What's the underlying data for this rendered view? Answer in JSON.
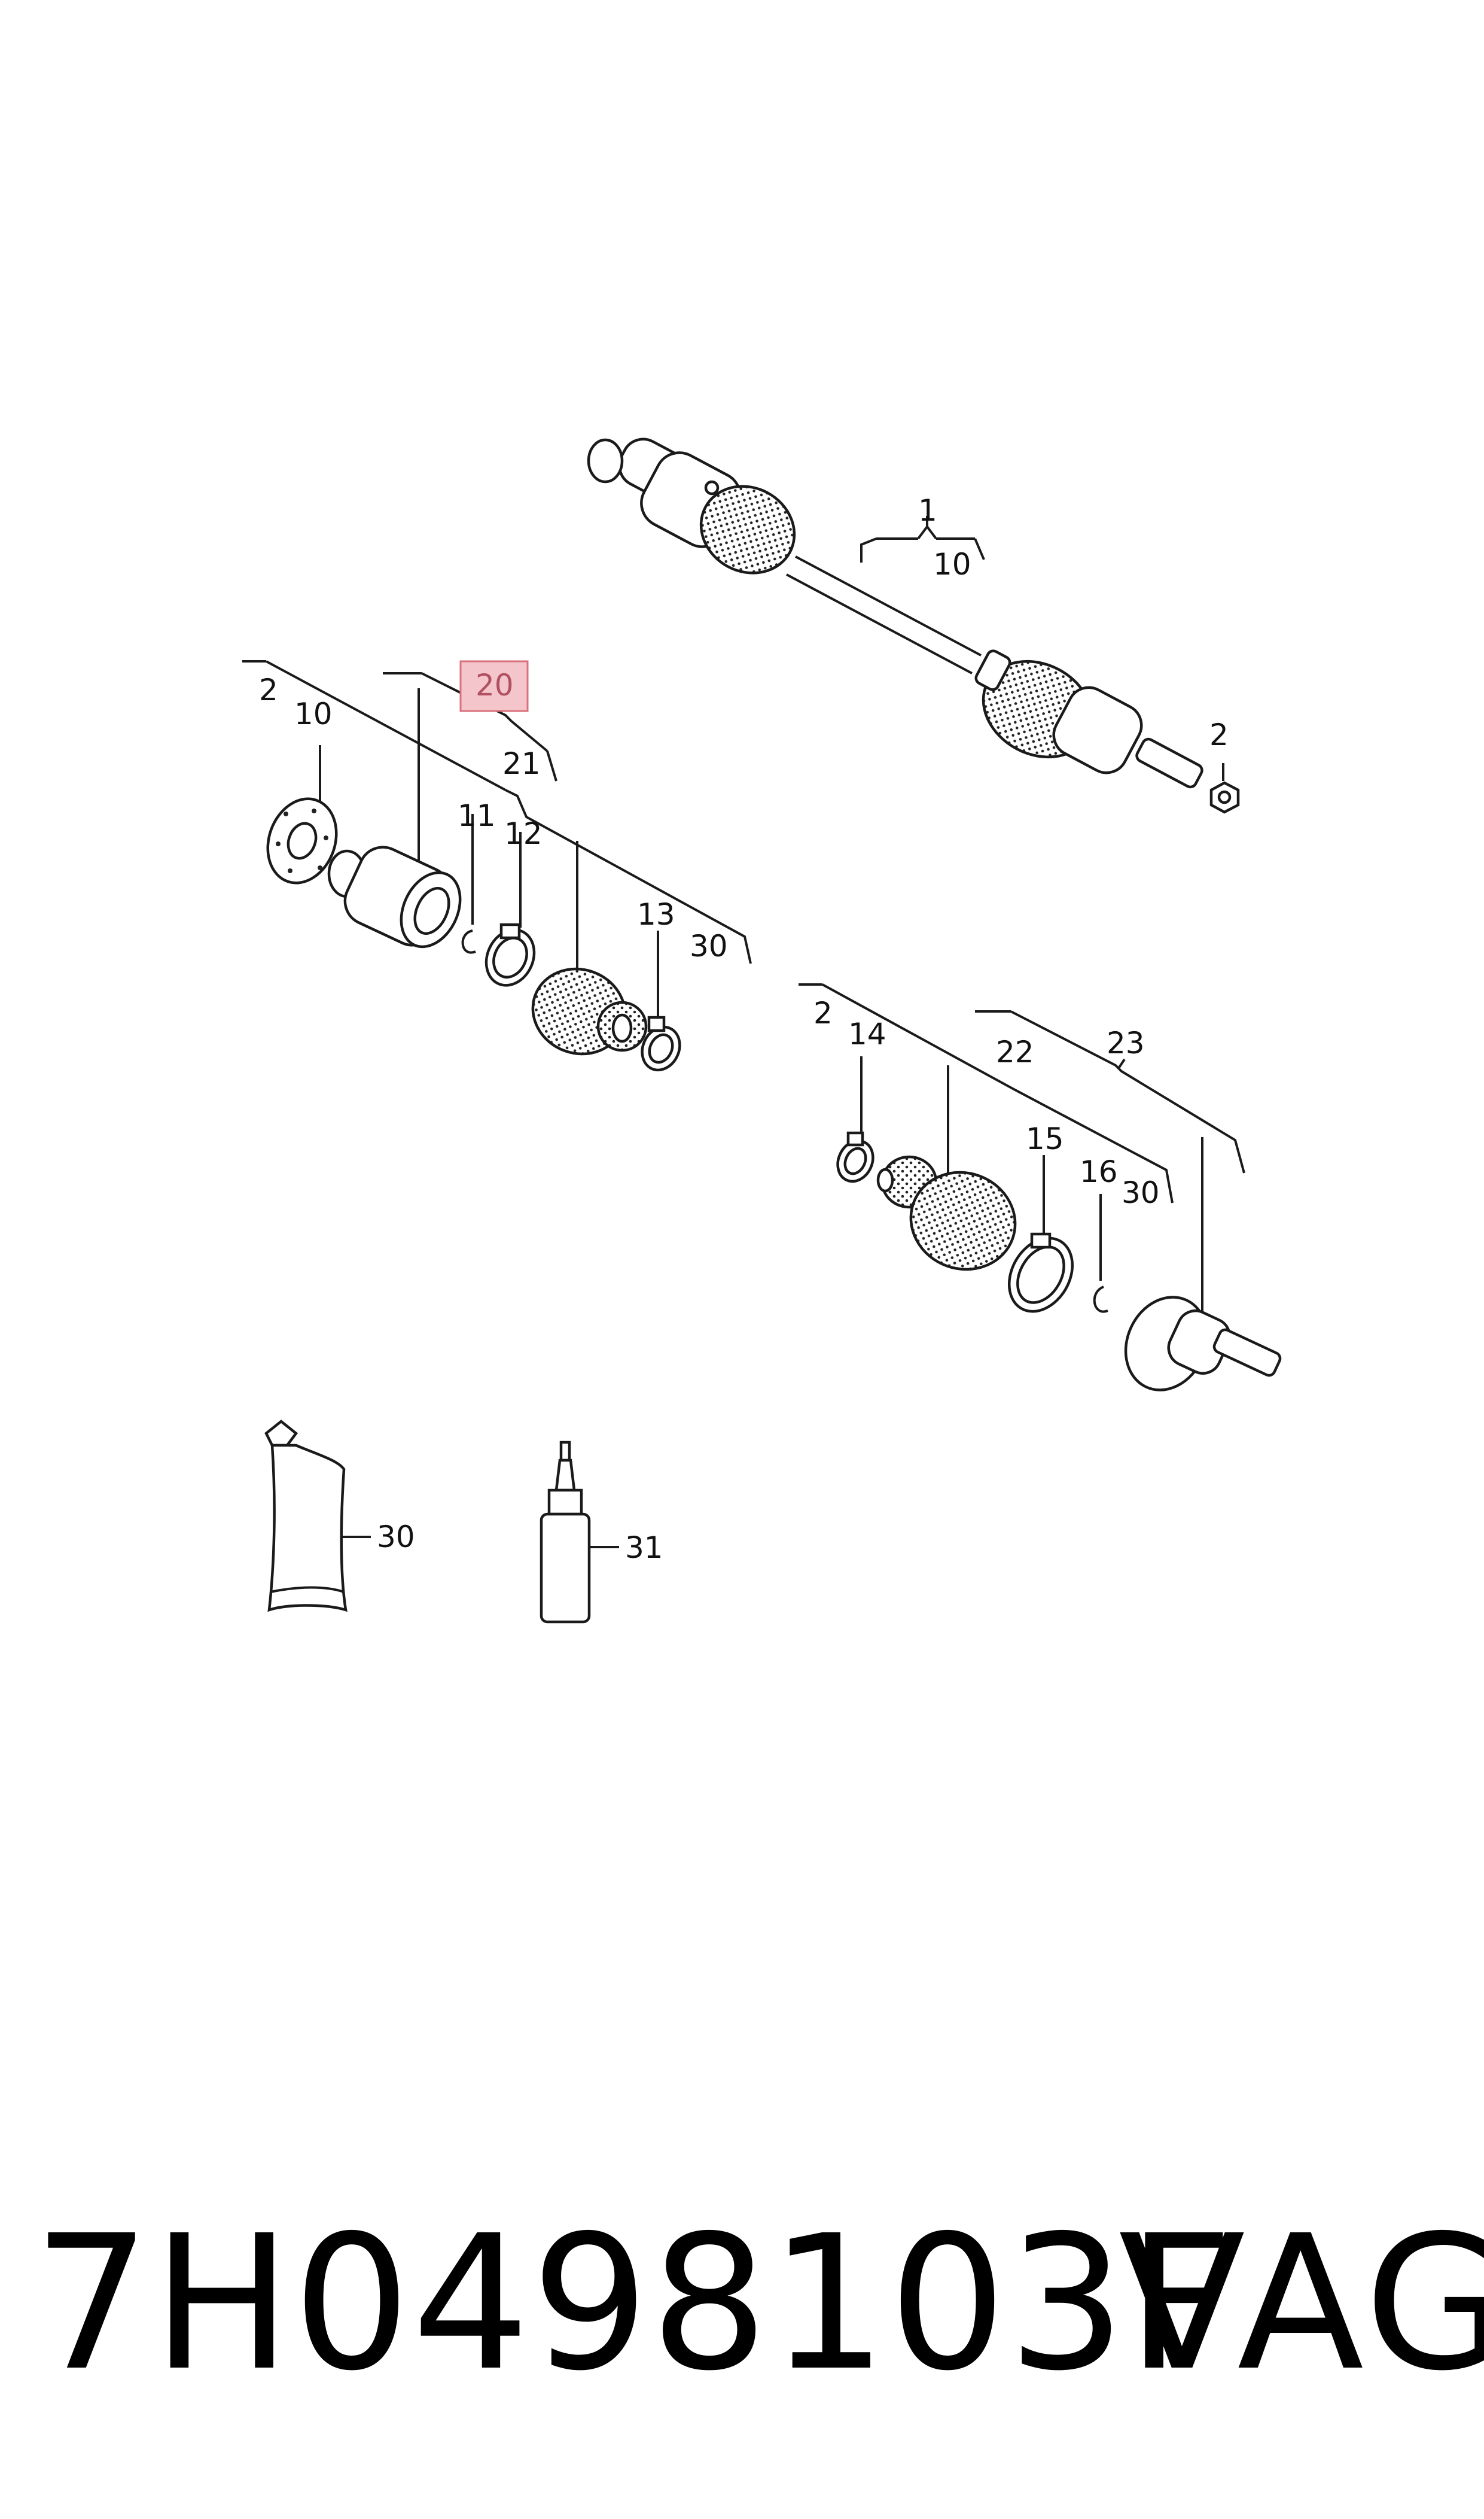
{
  "labels": {
    "l1": "1",
    "l2a": "2",
    "l2b": "2",
    "l2c": "2",
    "l10a": "10",
    "l10b": "10",
    "l11": "11",
    "l12": "12",
    "l13": "13",
    "l14": "14",
    "l15": "15",
    "l16": "16",
    "l20": "20",
    "l21": "21",
    "l22": "22",
    "l23": "23",
    "l30a": "30",
    "l30b": "30",
    "l30c": "30",
    "l31": "31"
  },
  "highlight_color": "#f4c6cc",
  "highlight_border": "#d9707c",
  "footer": {
    "part_number": "7H0498103F",
    "brand": "VAG"
  }
}
